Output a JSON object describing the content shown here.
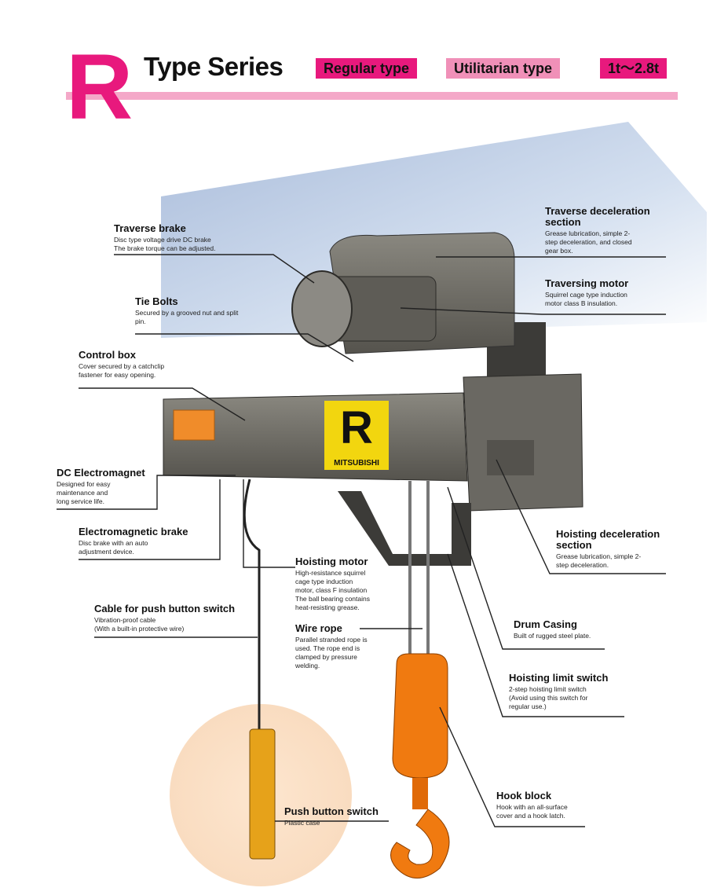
{
  "header": {
    "letter": "R",
    "title": "Type Series",
    "tags": [
      "Regular type",
      "Utilitarian type",
      "1t〜2.8t"
    ]
  },
  "callouts": {
    "traverse_brake": {
      "title": "Traverse brake",
      "desc": "Disc type voltage drive DC brake\nThe brake torque can be adjusted."
    },
    "tie_bolts": {
      "title": "Tie Bolts",
      "desc": "Secured by a grooved nut and split\npin."
    },
    "control_box": {
      "title": "Control box",
      "desc": "Cover secured by a catchclip\nfastener for easy opening."
    },
    "dc_electromagnet": {
      "title": "DC Electromagnet",
      "desc": "Designed for easy\nmaintenance and\nlong service life."
    },
    "electromagnetic_brake": {
      "title": "Electromagnetic brake",
      "desc": "Disc brake with an auto\nadjustment device."
    },
    "hoisting_motor": {
      "title": "Hoisting motor",
      "desc": "High-resistance squirrel\ncage type induction\nmotor, class F insulation\nThe ball bearing contains\nheat-resisting grease."
    },
    "cable": {
      "title": "Cable for push button switch",
      "desc": "Vibration-proof cable\n(With a built-in protective wire)"
    },
    "wire_rope": {
      "title": "Wire rope",
      "desc": "Parallel stranded rope is\nused. The rope end is\nclamped by pressure\nwelding."
    },
    "push_button": {
      "title": "Push button switch",
      "desc": "Plastic case"
    },
    "traverse_decel": {
      "title": "Traverse deceleration\nsection",
      "desc": "Grease lubrication, simple 2-\nstep deceleration, and closed\ngear box."
    },
    "traversing_motor": {
      "title": "Traversing motor",
      "desc": "Squirrel cage type induction\nmotor class B insulation."
    },
    "hoisting_decel": {
      "title": "Hoisting deceleration\nsection",
      "desc": "Grease lubrication, simple 2-\nstep deceleration."
    },
    "drum_casing": {
      "title": "Drum Casing",
      "desc": "Built of rugged steel plate."
    },
    "hoisting_limit": {
      "title": "Hoisting limit switch",
      "desc": "2-step hoisting limit switch\n(Avoid using this switch for\nregular use.)"
    },
    "hook_block": {
      "title": "Hook block",
      "desc": "Hook with an all-surface\ncover and a hook latch."
    }
  },
  "machine": {
    "plate_letter": "R",
    "plate_brand": "MITSUBISHI"
  },
  "colors": {
    "accent": "#e8197d",
    "accent_light": "#f090b8",
    "rule": "#f4a8c8",
    "plate_yellow": "#f2d60f",
    "hook_orange": "#f07a10",
    "body_grey": "#6e6c66"
  }
}
